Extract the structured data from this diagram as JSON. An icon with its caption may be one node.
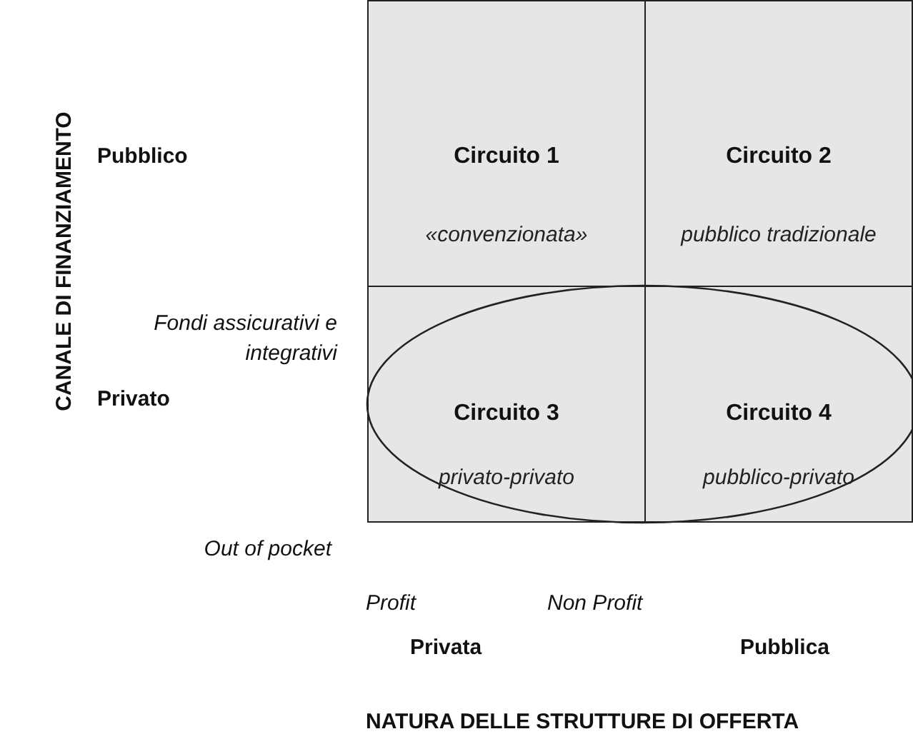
{
  "diagram": {
    "nodes": [
      {
        "text": [
          "Circuito 1",
          "«convenzionata»"
        ]
      },
      {
        "text": [
          "Circuito 2",
          "pubblico tradizionale"
        ]
      },
      {
        "text": [
          "Circuito 3",
          "privato-privato"
        ]
      },
      {
        "text": [
          "Circuito 4",
          "pubblico-privato"
        ]
      }
    ],
    "edges": [],
    "labels": [
      "CANALE DI FINANZIAMENTO",
      "Pubblico",
      "Fondi assicurativi e integrativi",
      "Privato",
      "Out of pocket",
      "Profit",
      "Non Profit",
      "Privata",
      "Pubblica",
      "NATURA DELLE STRUTTURE DI OFFERTA"
    ]
  }
}
